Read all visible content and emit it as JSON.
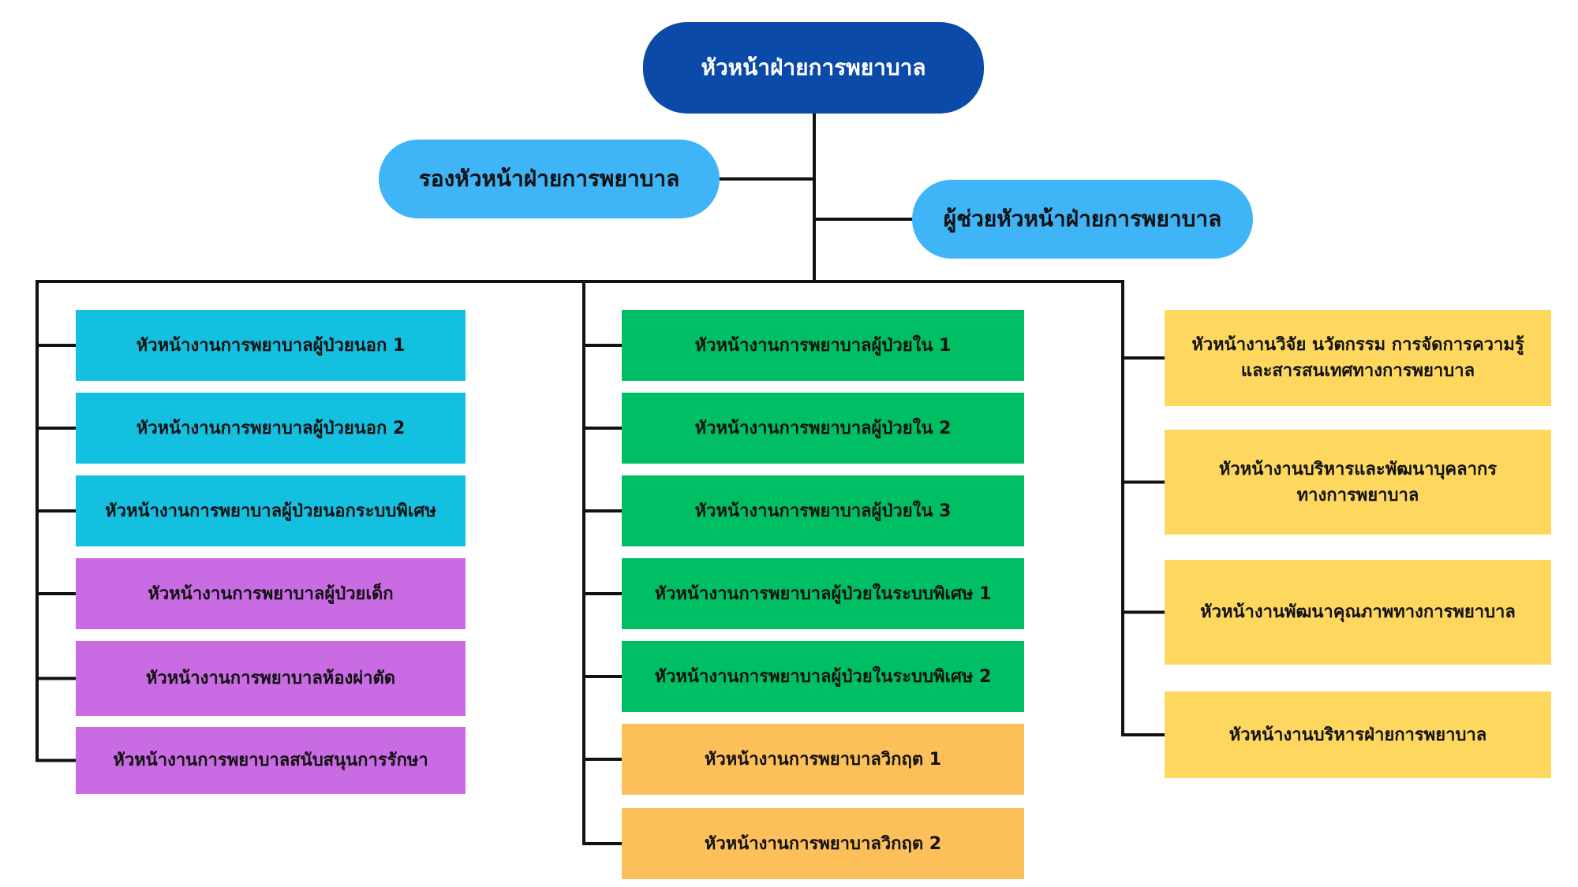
{
  "colors": {
    "line": "#111111",
    "head": "#0B4AA8",
    "deputy": "#3FB4F7",
    "cyan": "#14C0E0",
    "purple": "#C96BE3",
    "green": "#00BE63",
    "orange": "#FCBF59",
    "yellow": "#FED75F"
  },
  "head": {
    "label": "หัวหน้าฝ่ายการพยาบาล"
  },
  "deputy": {
    "label": "รองหัวหน้าฝ่ายการพยาบาล"
  },
  "assistant": {
    "label": "ผู้ช่วยหัวหน้าฝ่ายการพยาบาล"
  },
  "left_column": [
    {
      "label": "หัวหน้างานการพยาบาลผู้ป่วยนอก 1",
      "color": "#14C0E0"
    },
    {
      "label": "หัวหน้างานการพยาบาลผู้ป่วยนอก 2",
      "color": "#14C0E0"
    },
    {
      "label": "หัวหน้างานการพยาบาลผู้ป่วยนอกระบบพิเศษ",
      "color": "#14C0E0"
    },
    {
      "label": "หัวหน้างานการพยาบาลผู้ป่วยเด็ก",
      "color": "#C96BE3"
    },
    {
      "label": "หัวหน้างานการพยาบาลห้องผ่าตัด",
      "color": "#C96BE3"
    },
    {
      "label": "หัวหน้างานการพยาบาลสนับสนุนการรักษา",
      "color": "#C96BE3"
    }
  ],
  "middle_column": [
    {
      "label": "หัวหน้างานการพยาบาลผู้ป่วยใน 1",
      "color": "#00BE63"
    },
    {
      "label": "หัวหน้างานการพยาบาลผู้ป่วยใน 2",
      "color": "#00BE63"
    },
    {
      "label": "หัวหน้างานการพยาบาลผู้ป่วยใน 3",
      "color": "#00BE63"
    },
    {
      "label": "หัวหน้างานการพยาบาลผู้ป่วยในระบบพิเศษ 1",
      "color": "#00BE63"
    },
    {
      "label": "หัวหน้างานการพยาบาลผู้ป่วยในระบบพิเศษ 2",
      "color": "#00BE63"
    },
    {
      "label": "หัวหน้างานการพยาบาลวิกฤต 1",
      "color": "#FCBF59"
    },
    {
      "label": "หัวหน้างานการพยาบาลวิกฤต 2",
      "color": "#FCBF59"
    }
  ],
  "right_column": [
    {
      "label": "หัวหน้างานวิจัย นวัตกรรม การจัดการความรู้\nและสารสนเทศทางการพยาบาล",
      "color": "#FED75F"
    },
    {
      "label": "หัวหน้างานบริหารและพัฒนาบุคลากร\nทางการพยาบาล",
      "color": "#FED75F"
    },
    {
      "label": "หัวหน้างานพัฒนาคุณภาพทางการพยาบาล",
      "color": "#FED75F"
    },
    {
      "label": "หัวหน้างานบริหารฝ่ายการพยาบาล",
      "color": "#FED75F"
    }
  ]
}
